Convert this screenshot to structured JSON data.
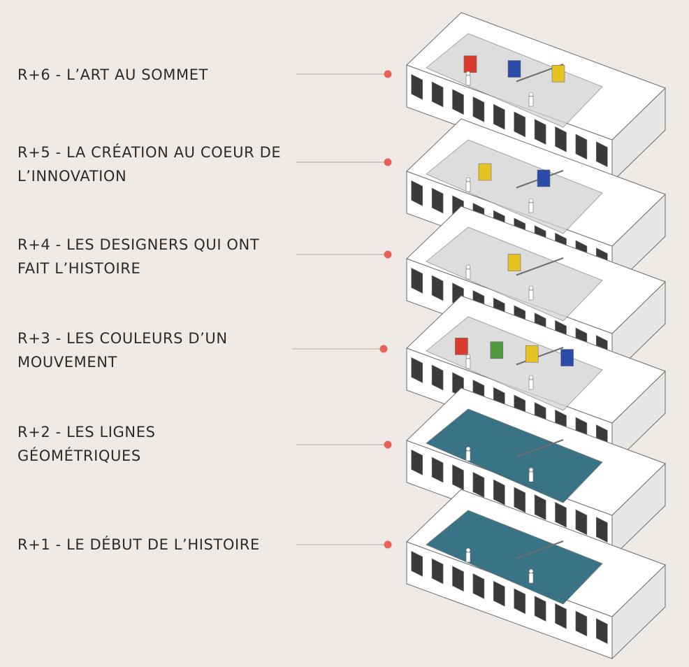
{
  "floors": [
    {
      "id": "r6",
      "label": "R+6 - L’ART AU SOMMET"
    },
    {
      "id": "r5",
      "label": "R+5 - LA CRÉATION AU COEUR DE\nL’INNOVATION"
    },
    {
      "id": "r4",
      "label": "R+4 - LES DESIGNERS QUI ONT\nFAIT L’HISTOIRE"
    },
    {
      "id": "r3",
      "label": "R+3 - LES COULEURS D’UN\nMOUVEMENT"
    },
    {
      "id": "r2",
      "label": "R+2 - LES LIGNES\nGÉOMÉTRIQUES"
    },
    {
      "id": "r1",
      "label": "R+1 - LE DÉBUT DE L’HISTOIRE"
    }
  ],
  "colors": {
    "background": "#EFEAE5",
    "text": "#2b2b2b",
    "leader_line": "#C9BFB3",
    "marker_dot": "#E8615A",
    "wall": "#FFFFFF",
    "wall_shade": "#E6E6E6",
    "outline": "#6E6E6E",
    "floor_gray": "#D2D2D2",
    "window": "#3A3A3A",
    "teal_room": "#2F6C80",
    "accent_red": "#D83A2E",
    "accent_blue": "#2C4AA8",
    "accent_yellow": "#E4C323",
    "accent_green": "#4E9A3C"
  }
}
